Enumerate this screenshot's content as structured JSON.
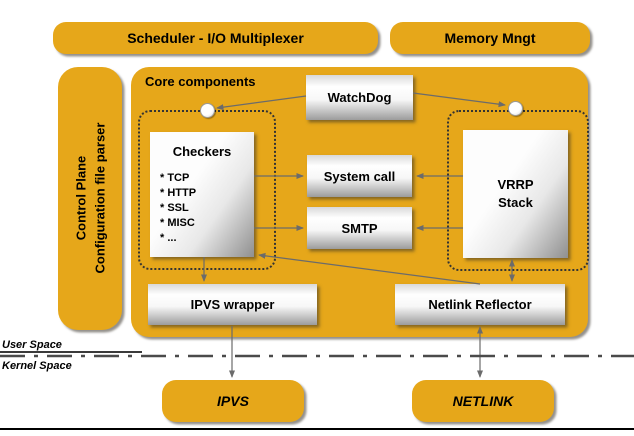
{
  "colors": {
    "gold": "#e6a71a",
    "box_gradient_light": "#ffffff",
    "box_gradient_dark": "#9c9c9c",
    "arrow": "#6b6b6b",
    "boundary_line": "#4a4a4a",
    "text": "#000000"
  },
  "top": {
    "scheduler": "Scheduler - I/O Multiplexer",
    "memory": "Memory Mngt"
  },
  "control_plane": {
    "line1": "Control Plane",
    "line2": "Configuration file parser"
  },
  "core": {
    "label": "Core components",
    "watchdog": "WatchDog",
    "system_call": "System call",
    "smtp": "SMTP",
    "checkers": {
      "title": "Checkers",
      "items": [
        "* TCP",
        "* HTTP",
        "* SSL",
        "* MISC",
        "* ..."
      ]
    },
    "vrrp": {
      "line1": "VRRP",
      "line2": "Stack"
    },
    "ipvs_wrapper": "IPVS wrapper",
    "netlink_reflector": "Netlink Reflector"
  },
  "boundary": {
    "user": "User Space",
    "kernel": "Kernel Space"
  },
  "kernel": {
    "ipvs": "IPVS",
    "netlink": "NETLINK"
  }
}
